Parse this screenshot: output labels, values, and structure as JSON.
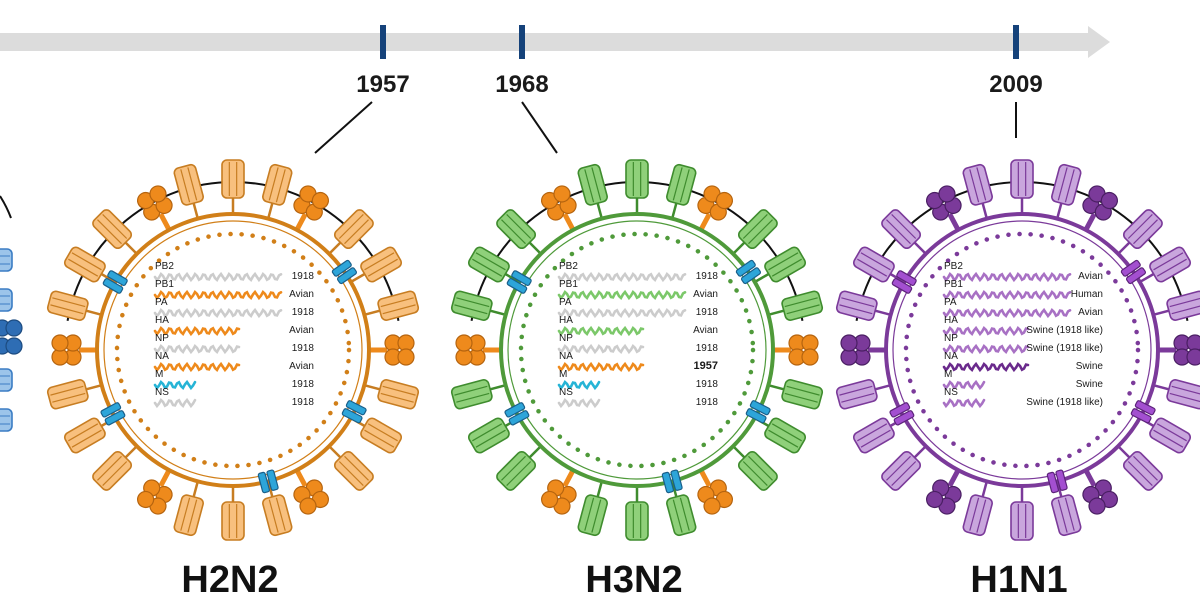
{
  "timeline": {
    "years": [
      "1957",
      "1968",
      "2009"
    ],
    "arrow_color": "#dcdcdc",
    "tick_color": "#15427a"
  },
  "viruses": [
    {
      "name": "H2N2",
      "year": "1957",
      "theme": {
        "main": "#d17f18",
        "light": "#f8c07e",
        "light_stroke": "#c77d22",
        "tetramer": "#ee8a1c",
        "tetramer_stroke": "#b5640f",
        "ion": "#2da5d9",
        "ion_stroke": "#1a5f8a"
      },
      "segments": [
        {
          "name": "PB2",
          "origin": "1918",
          "color": "#cccccc"
        },
        {
          "name": "PB1",
          "origin": "Avian",
          "color": "#ee8a1c"
        },
        {
          "name": "PA",
          "origin": "1918",
          "color": "#cccccc"
        },
        {
          "name": "HA",
          "origin": "Avian",
          "color": "#ee8a1c"
        },
        {
          "name": "NP",
          "origin": "1918",
          "color": "#cccccc"
        },
        {
          "name": "NA",
          "origin": "Avian",
          "color": "#ee8a1c"
        },
        {
          "name": "M",
          "origin": "1918",
          "color": "#26b4d6"
        },
        {
          "name": "NS",
          "origin": "1918",
          "color": "#cccccc"
        }
      ]
    },
    {
      "name": "H3N2",
      "year": "1968",
      "theme": {
        "main": "#4f9a3a",
        "light": "#8fd07a",
        "light_stroke": "#3f8c2e",
        "tetramer": "#ee8a1c",
        "tetramer_stroke": "#b5640f",
        "ion": "#2da5d9",
        "ion_stroke": "#1a5f8a"
      },
      "segments": [
        {
          "name": "PB2",
          "origin": "1918",
          "color": "#cccccc"
        },
        {
          "name": "PB1",
          "origin": "Avian",
          "color": "#7cc86a"
        },
        {
          "name": "PA",
          "origin": "1918",
          "color": "#cccccc"
        },
        {
          "name": "HA",
          "origin": "Avian",
          "color": "#7cc86a"
        },
        {
          "name": "NP",
          "origin": "1918",
          "color": "#cccccc"
        },
        {
          "name": "NA",
          "origin": "1957",
          "color": "#ee8a1c",
          "highlight": "#ee8a1c"
        },
        {
          "name": "M",
          "origin": "1918",
          "color": "#26b4d6"
        },
        {
          "name": "NS",
          "origin": "1918",
          "color": "#cccccc"
        }
      ]
    },
    {
      "name": "H1N1",
      "year": "2009",
      "theme": {
        "main": "#7b3a9a",
        "light": "#c9a6dd",
        "light_stroke": "#7b3a9a",
        "tetramer": "#7b3a9a",
        "tetramer_stroke": "#4a1f63",
        "ion": "#a34fd0",
        "ion_stroke": "#5c237a"
      },
      "segments": [
        {
          "name": "PB2",
          "origin": "Avian",
          "color": "#a871c4"
        },
        {
          "name": "PB1",
          "origin": "Human",
          "color": "#a871c4"
        },
        {
          "name": "PA",
          "origin": "Avian",
          "color": "#a871c4"
        },
        {
          "name": "HA",
          "origin": "Swine (1918 like)",
          "color": "#a871c4"
        },
        {
          "name": "NP",
          "origin": "Swine (1918 like)",
          "color": "#a871c4"
        },
        {
          "name": "NA",
          "origin": "Swine",
          "color": "#6a2a8c"
        },
        {
          "name": "M",
          "origin": "Swine",
          "color": "#a871c4"
        },
        {
          "name": "NS",
          "origin": "Swine (1918 like)",
          "color": "#a871c4"
        }
      ]
    }
  ],
  "partial_left_virus": {
    "light": "#9cc4ea",
    "light_stroke": "#3b7dc4",
    "tetramer": "#2e6db4"
  }
}
